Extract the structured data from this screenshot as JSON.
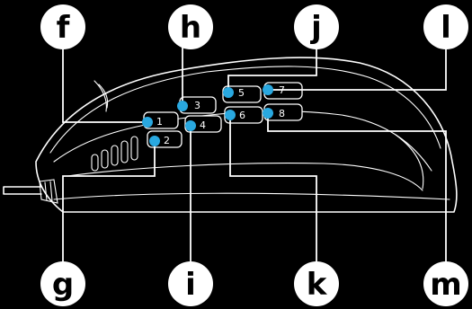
{
  "callouts": {
    "f": "f",
    "g": "g",
    "h": "h",
    "i": "i",
    "j": "j",
    "k": "k",
    "l": "l",
    "m": "m"
  },
  "buttons": {
    "b1": "1",
    "b2": "2",
    "b3": "3",
    "b4": "4",
    "b5": "5",
    "b6": "6",
    "b7": "7",
    "b8": "8"
  },
  "colors": {
    "background": "#000000",
    "outline": "#ffffff",
    "marker": "#29a8e0"
  }
}
